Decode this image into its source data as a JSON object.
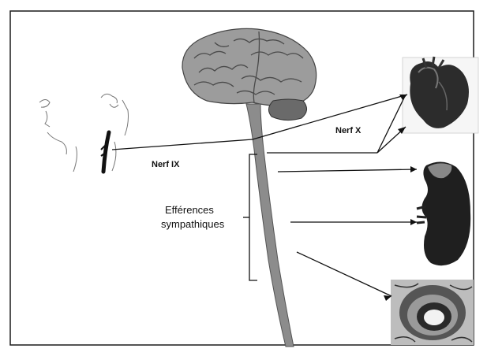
{
  "labels": {
    "nerf_ix": "Nerf IX",
    "nerf_x": "Nerf X",
    "efferences_line1": "Efférences",
    "efferences_line2": "sympathiques"
  },
  "colors": {
    "line": "#111111",
    "brain": "#9a9a9a",
    "spinal_cord": "#8a8a8a",
    "organ_dark": "#2a2a2a"
  },
  "icons": [
    "face-profile-sketch",
    "carotid-sinus",
    "brain",
    "spinal-cord",
    "heart",
    "kidney",
    "blood-vessel-section"
  ]
}
